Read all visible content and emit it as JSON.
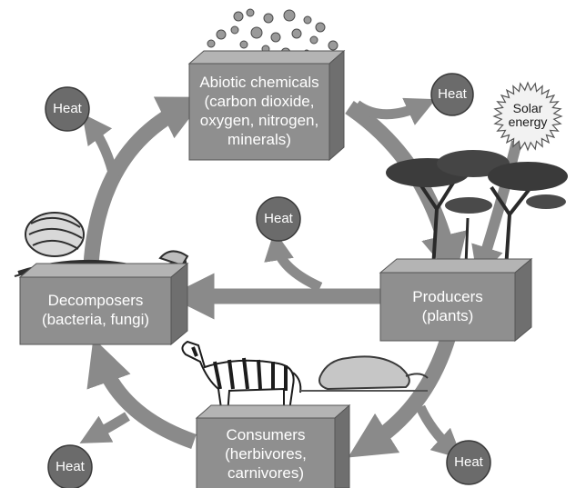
{
  "boxes": {
    "abiotic": {
      "line1": "Abiotic chemicals",
      "line2": "(carbon dioxide,",
      "line3": "oxygen, nitrogen,",
      "line4": "minerals)"
    },
    "producers": {
      "line1": "Producers",
      "line2": "(plants)"
    },
    "decomposers": {
      "line1": "Decomposers",
      "line2": "(bacteria, fungi)"
    },
    "consumers": {
      "line1": "Consumers",
      "line2": "(herbivores,",
      "line3": "carnivores)"
    }
  },
  "heat_label": "Heat",
  "solar": {
    "line1": "Solar",
    "line2": "energy"
  },
  "colors": {
    "box_front": "#8f8f8f",
    "box_top": "#b4b4b4",
    "box_side": "#6f6f6f",
    "arrow": "#8a8a8a",
    "heat_circle": "#6b6b6b",
    "sun": "#f2f2f2"
  }
}
